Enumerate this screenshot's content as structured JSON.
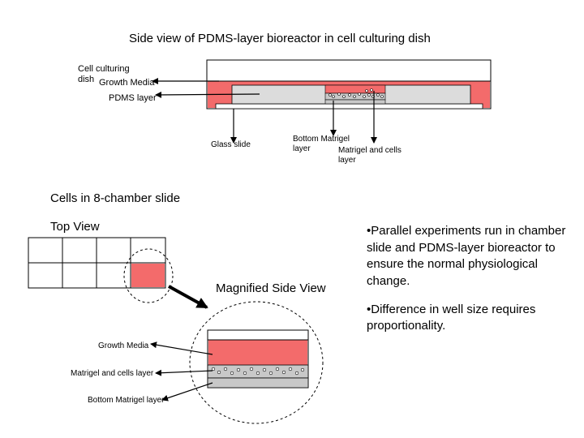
{
  "title": "Side view of PDMS-layer bioreactor in cell culturing dish",
  "top_diagram": {
    "label_dish_line1": "Cell culturing",
    "label_dish_line2": "dish",
    "label_growth_media": "Growth Media",
    "label_pdms": "PDMS layer",
    "label_glass": "Glass slide",
    "label_bottom_matrigel_line1": "Bottom Matrigel",
    "label_bottom_matrigel_line2": "layer",
    "label_matrigel_cells_line1": "Matrigel and cells",
    "label_matrigel_cells_line2": "layer"
  },
  "section_heading": "Cells in 8-chamber slide",
  "top_view_label": "Top View",
  "magnified_label": "Magnified Side View",
  "bottom_diagram": {
    "label_growth_media": "Growth Media",
    "label_matrigel_cells": "Matrigel and cells layer",
    "label_bottom_matrigel": "Bottom Matrigel layer"
  },
  "bullets": [
    "•Parallel experiments run in chamber slide and PDMS-layer bioreactor to ensure the normal physiological change.",
    "•Difference in well size requires proportionality."
  ],
  "colors": {
    "media_red": "#f36b6b",
    "matrigel_gray": "#c8c8c8",
    "glass_gray": "#dcdcdc",
    "outline": "#000000"
  }
}
